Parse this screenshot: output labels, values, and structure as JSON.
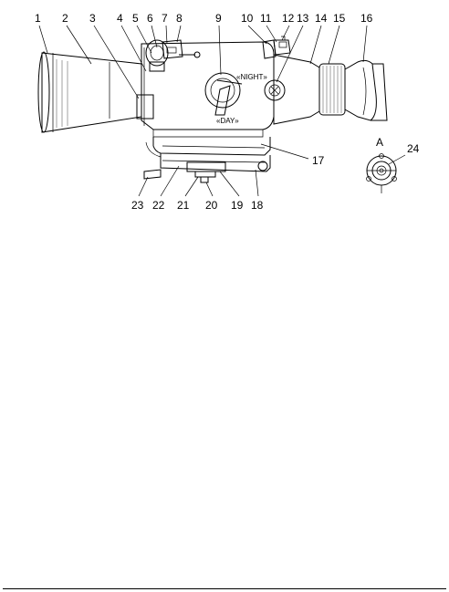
{
  "figure": {
    "callouts": [
      "1",
      "2",
      "3",
      "4",
      "5",
      "6",
      "7",
      "8",
      "9",
      "10",
      "11",
      "12",
      "13",
      "14",
      "15",
      "16",
      "17",
      "18",
      "19",
      "20",
      "21",
      "22",
      "23",
      "24"
    ],
    "view_label": "A",
    "switch_labels": {
      "night": "«NIGHT»",
      "day": "«DAY»"
    }
  }
}
